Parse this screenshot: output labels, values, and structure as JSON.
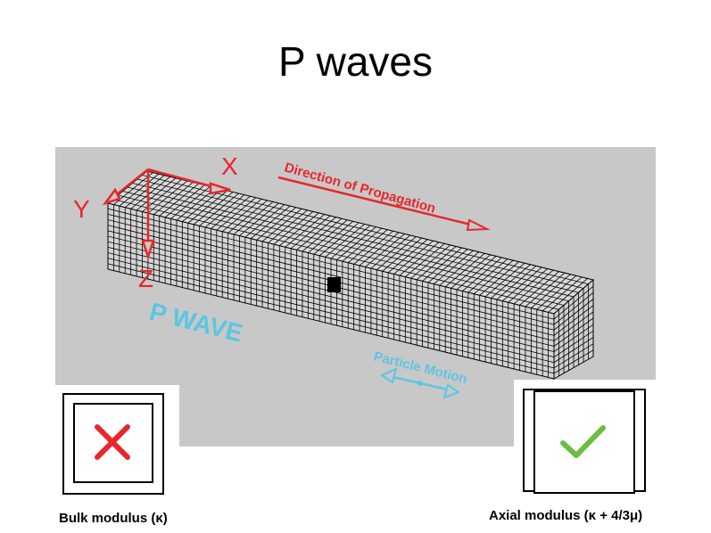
{
  "title": "P waves",
  "diagram": {
    "axis_x_label": "X",
    "axis_y_label": "Y",
    "axis_z_label": "Z",
    "direction_label": "Direction of Propagation",
    "wave_label": "P WAVE",
    "particle_label": "Particle Motion",
    "colors": {
      "axes": "#e8262b",
      "wave_text": "#5bc6e0",
      "background": "#c8c8c8",
      "grid": "#000000"
    }
  },
  "options": [
    {
      "caption": "Bulk modulus (κ)",
      "mark": "cross-icon",
      "mark_color": "#e8262b"
    },
    {
      "caption": "Axial modulus (κ + 4/3μ)",
      "mark": "check-icon",
      "mark_color": "#6cbd45"
    }
  ]
}
